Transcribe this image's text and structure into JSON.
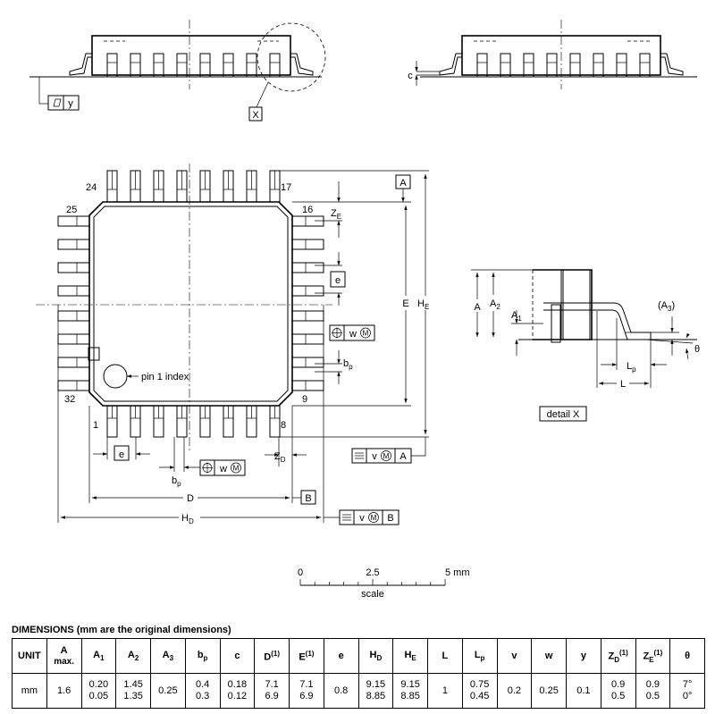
{
  "labels": {
    "x": "X",
    "y": "y",
    "c": "c",
    "pin_24": "24",
    "pin_17": "17",
    "pin_25": "25",
    "pin_16": "16",
    "pin_32": "32",
    "pin_9": "9",
    "pin_1": "1",
    "pin_8": "8",
    "datum_a": "A",
    "datum_b": "B",
    "ze": "Z",
    "ze_sub": "E",
    "e_box": "e",
    "e_big": "E",
    "he": "H",
    "he_sub": "E",
    "w_tol": "w",
    "w_mod": "M",
    "v_tol": "v",
    "v_mod": "M",
    "bp": "b",
    "bp_sub": "p",
    "pin1": "pin 1 index",
    "zd": "Z",
    "zd_sub": "D",
    "d": "D",
    "hd": "H",
    "hd_sub": "D",
    "a": "A",
    "a2": "A",
    "a2_sub": "2",
    "a1": "A",
    "a1_sub": "1",
    "a3": "(A",
    "a3_sub": "3",
    "a3_close": ")",
    "theta": "θ",
    "lp": "L",
    "lp_sub": "p",
    "l": "L",
    "detail": "detail X",
    "scale_0": "0",
    "scale_25": "2.5",
    "scale_5": "5 mm",
    "scale": "scale"
  },
  "table": {
    "title": "DIMENSIONS (mm are the original dimensions)",
    "unit_label": "UNIT",
    "a_max": "A",
    "a_max_sub": "max.",
    "headers": [
      {
        "t": "A",
        "sub": "1"
      },
      {
        "t": "A",
        "sub": "2"
      },
      {
        "t": "A",
        "sub": "3"
      },
      {
        "t": "b",
        "sub": "p"
      },
      {
        "t": "c"
      },
      {
        "t": "D",
        "sup": "(1)"
      },
      {
        "t": "E",
        "sup": "(1)"
      },
      {
        "t": "e"
      },
      {
        "t": "H",
        "sub": "D"
      },
      {
        "t": "H",
        "sub": "E"
      },
      {
        "t": "L"
      },
      {
        "t": "L",
        "sub": "p"
      },
      {
        "t": "v"
      },
      {
        "t": "w"
      },
      {
        "t": "y"
      },
      {
        "t": "Z",
        "sub": "D",
        "sup": "(1)"
      },
      {
        "t": "Z",
        "sub": "E",
        "sup": "(1)"
      },
      {
        "t": "θ"
      }
    ],
    "row": {
      "unit": "mm",
      "a_max": [
        "1.6"
      ],
      "cells": [
        [
          "0.20",
          "0.05"
        ],
        [
          "1.45",
          "1.35"
        ],
        [
          "0.25"
        ],
        [
          "0.4",
          "0.3"
        ],
        [
          "0.18",
          "0.12"
        ],
        [
          "7.1",
          "6.9"
        ],
        [
          "7.1",
          "6.9"
        ],
        [
          "0.8"
        ],
        [
          "9.15",
          "8.85"
        ],
        [
          "9.15",
          "8.85"
        ],
        [
          "1"
        ],
        [
          "0.75",
          "0.45"
        ],
        [
          "0.2"
        ],
        [
          "0.25"
        ],
        [
          "0.1"
        ],
        [
          "0.9",
          "0.5"
        ],
        [
          "0.9",
          "0.5"
        ],
        [
          "7°",
          "0°"
        ]
      ]
    }
  }
}
